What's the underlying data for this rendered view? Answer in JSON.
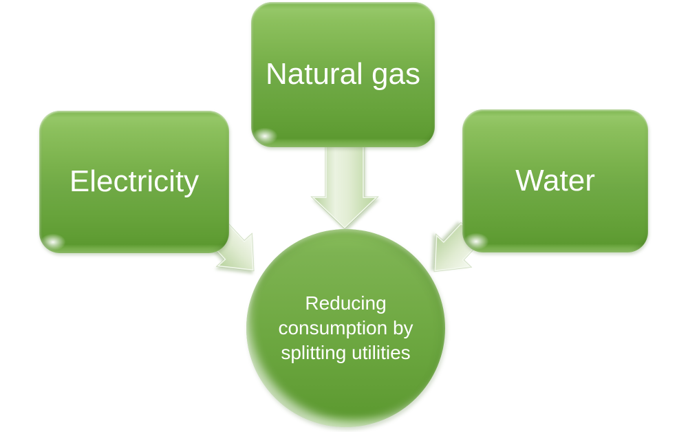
{
  "diagram": {
    "type": "converging-arrows-smartart",
    "background_color": "#ffffff",
    "shape_color_mid": "#6fa945",
    "shape_gradient_top": "#95c768",
    "shape_gradient_bottom": "#5c9930",
    "arrow_fill": "#e3eed7",
    "arrow_edge": "#9fbc81",
    "label_color": "#ffffff",
    "sources": [
      {
        "label": "Electricity"
      },
      {
        "label": "Natural gas"
      },
      {
        "label": "Water"
      }
    ],
    "center": {
      "label": "Reducing consumption by splitting utilities"
    },
    "arrows": [
      {
        "direction": "down-right"
      },
      {
        "direction": "down"
      },
      {
        "direction": "down-left"
      }
    ]
  }
}
